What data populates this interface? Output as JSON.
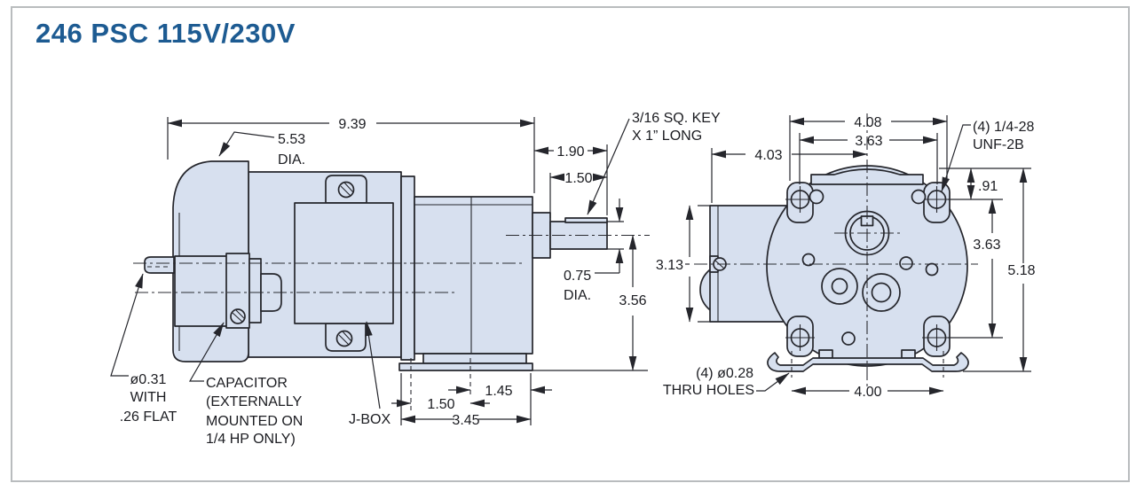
{
  "title": "246 PSC 115V/230V",
  "colors": {
    "accent": "#1d5b92",
    "part_fill": "#d7e0ef",
    "line": "#25262c",
    "frame_border": "#b9bcbe"
  },
  "side_view": {
    "overall_length": "9.39",
    "bell_dia": [
      "5.53",
      "DIA."
    ],
    "shaft_ext_len": "1.90",
    "shaft_usable_len": "1.50",
    "key_note": [
      "3/16 SQ. KEY",
      "X 1” LONG"
    ],
    "shaft_dia": [
      "0.75",
      "DIA."
    ],
    "shaft_center_height": "3.56",
    "rear_shaft_note": [
      "ø0.31",
      "WITH",
      ".26 FLAT"
    ],
    "capacitor_note": [
      "CAPACITOR",
      "(EXTERNALLY",
      "MOUNTED ON",
      "1/4 HP ONLY)"
    ],
    "jbox_label": "J-BOX",
    "base_slot_left": "1.50",
    "base_slot_right": "1.45",
    "base_length": "3.45"
  },
  "end_view": {
    "bolt_width_outer": "4.08",
    "bolt_spacing_horiz": "3.63",
    "depth_to_center": "4.03",
    "tap_note": [
      "(4) 1/4-28",
      "UNF-2B"
    ],
    "hole_top_offset": ".91",
    "bolt_spacing_vert": "3.63",
    "overall_height": "5.18",
    "motor_height": "3.13",
    "thru_hole_note": [
      "(4) ø0.28",
      "THRU HOLES"
    ],
    "foot_hole_spacing": "4.00"
  }
}
